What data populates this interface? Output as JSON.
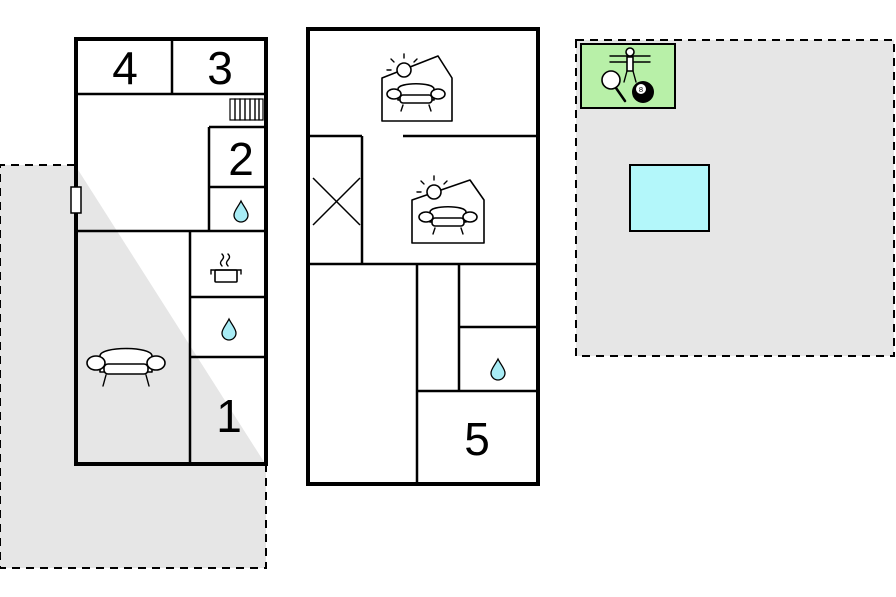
{
  "floorplan": {
    "rooms": [
      {
        "id": "bedroom-4",
        "label": "4"
      },
      {
        "id": "bedroom-3",
        "label": "3"
      },
      {
        "id": "bedroom-2",
        "label": "2"
      },
      {
        "id": "bedroom-1",
        "label": "1"
      },
      {
        "id": "bedroom-5",
        "label": "5"
      }
    ],
    "colors": {
      "outdoor_area": "#e6e6e6",
      "pool": "#b3f7fa",
      "games_room": "#b8f0a8",
      "water_drop": "#a8ecf5",
      "wall": "#000000"
    },
    "icons": [
      "sofa-icon",
      "sunroom-sofa-icon",
      "water-drop-icon",
      "cooking-pot-icon",
      "stairs-icon",
      "foosball-icon",
      "table-tennis-icon",
      "billiard-ball-icon",
      "open-void-icon"
    ],
    "billiard_ball_number": "8"
  }
}
